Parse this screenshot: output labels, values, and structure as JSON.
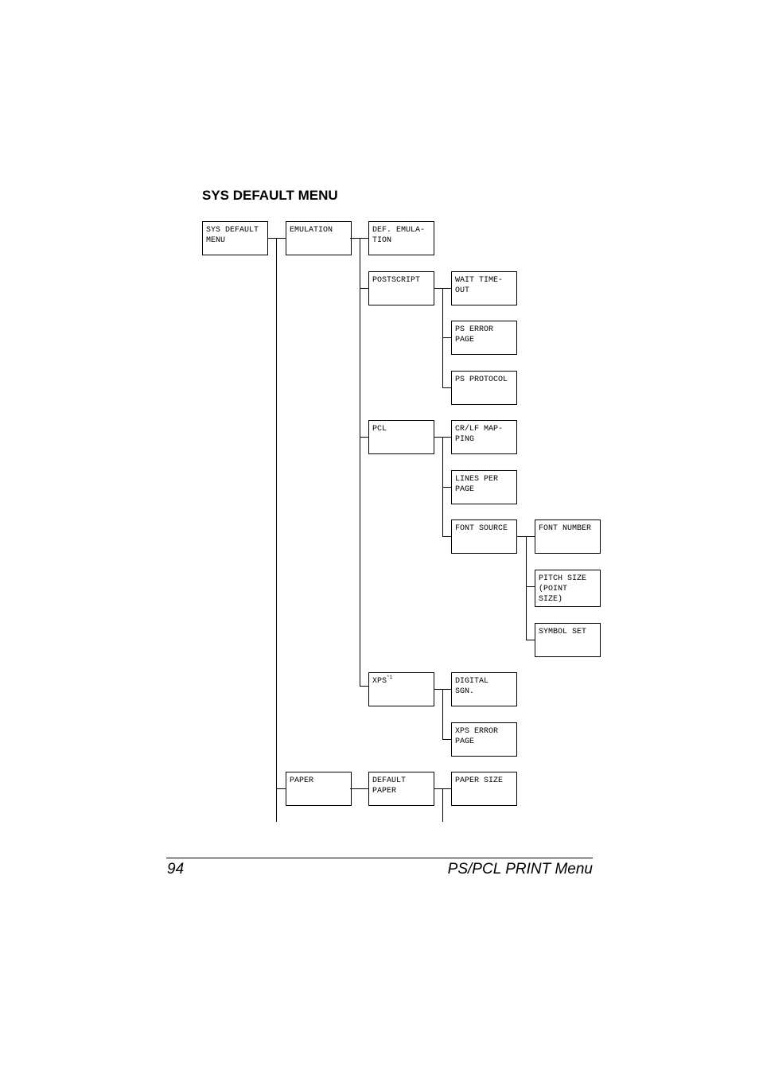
{
  "heading": "SYS DEFAULT MENU",
  "menu": {
    "root": "SYS DEFAULT\nMENU",
    "emulation": "EMULATION",
    "def_emulation": "DEF. EMULA-\nTION",
    "postscript": "POSTSCRIPT",
    "wait_timeout": "WAIT TIME-\nOUT",
    "ps_error_page": "PS ERROR\nPAGE",
    "ps_protocol": "PS PROTOCOL",
    "pcl": "PCL",
    "crlf_mapping": "CR/LF MAP-\nPING",
    "lines_per_page": "LINES PER\nPAGE",
    "font_source": "FONT SOURCE",
    "font_number": "FONT NUMBER",
    "pitch_size": "PITCH SIZE\n(POINT\nSIZE)",
    "symbol_set": "SYMBOL SET",
    "xps": "XPS",
    "xps_footnote": "*1",
    "digital_sgn": "DIGITAL\nSGN.",
    "xps_error_page": "XPS ERROR\nPAGE",
    "paper": "PAPER",
    "default_paper": "DEFAULT\nPAPER",
    "paper_size": "PAPER SIZE"
  },
  "footer": {
    "page_number": "94",
    "section": "PS/PCL PRINT Menu"
  }
}
